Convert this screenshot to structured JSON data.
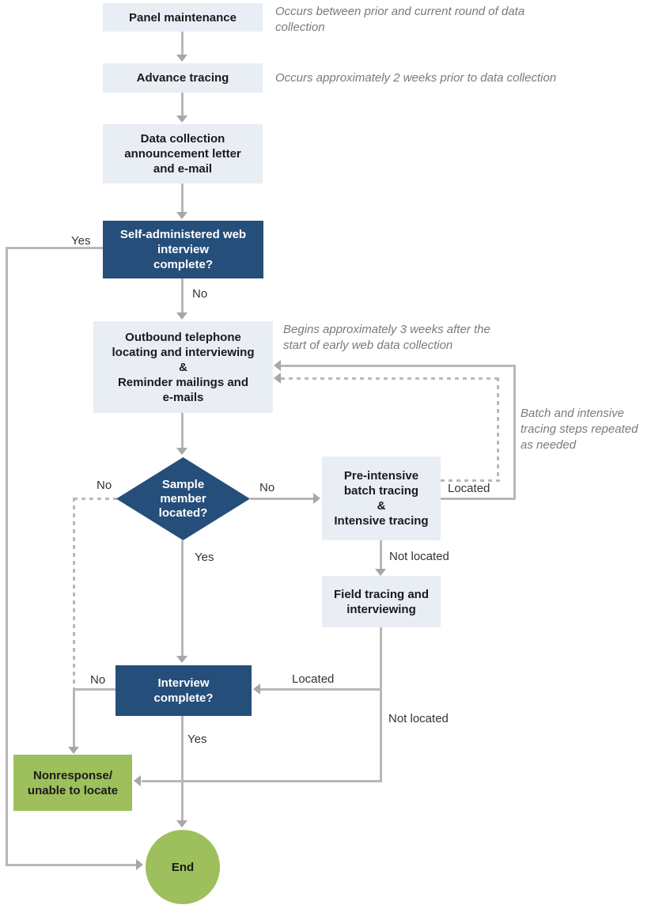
{
  "diagram": {
    "type": "flowchart",
    "nodes": {
      "panel_maintenance": {
        "label": "Panel maintenance",
        "shape": "process"
      },
      "advance_tracing": {
        "label": "Advance tracing",
        "shape": "process"
      },
      "announcement": {
        "label": "Data collection\nannouncement letter\nand e-mail",
        "shape": "process"
      },
      "web_interview": {
        "label": "Self-administered web\ninterview\ncomplete?",
        "shape": "decision"
      },
      "outbound": {
        "label": "Outbound telephone\nlocating and interviewing\n&\nReminder mailings and\ne-mails",
        "shape": "process"
      },
      "sample_located": {
        "label": "Sample\nmember\nlocated?",
        "shape": "decision-diamond"
      },
      "batch_tracing": {
        "label": "Pre-intensive\nbatch tracing\n&\nIntensive tracing",
        "shape": "process"
      },
      "field_tracing": {
        "label": "Field tracing and\ninterviewing",
        "shape": "process"
      },
      "interview_complete": {
        "label": "Interview\ncomplete?",
        "shape": "decision"
      },
      "nonresponse": {
        "label": "Nonresponse/\nunable to locate",
        "shape": "terminal"
      },
      "end": {
        "label": "End",
        "shape": "terminal-circle"
      }
    },
    "edge_labels": {
      "web_yes": "Yes",
      "web_no": "No",
      "sample_no_left": "No",
      "sample_no_right": "No",
      "sample_yes": "Yes",
      "batch_located": "Located",
      "batch_not_located": "Not located",
      "interview_no": "No",
      "interview_located": "Located",
      "field_not_located": "Not located",
      "interview_yes": "Yes"
    },
    "notes": {
      "panel": "Occurs between prior and current round of data\ncollection",
      "advance": "Occurs approximately 2 weeks prior to data collection",
      "outbound": "Begins approximately 3 weeks after the\nstart of early web data collection",
      "repeat": "Batch and intensive\ntracing steps repeated\nas needed"
    },
    "colors": {
      "process_fill": "#e9eef5",
      "decision_fill": "#254e7a",
      "terminal_fill": "#9dbf5c",
      "connector": "#b8b8b8",
      "arrowhead": "#a7a7a7",
      "note_text": "#7a7a7a",
      "label_text": "#333333"
    }
  }
}
